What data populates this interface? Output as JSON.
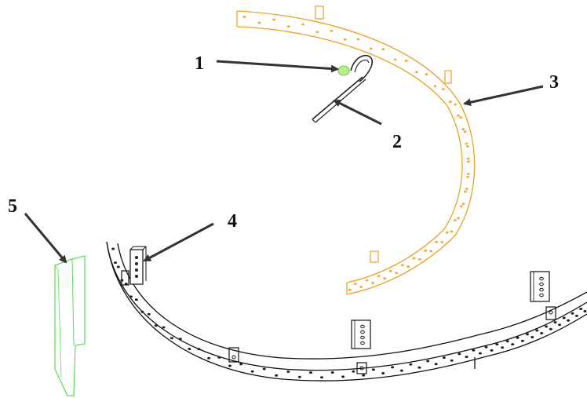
{
  "colors": {
    "background": "#ffffff",
    "orange_band": "#f1a834",
    "black_band": "#111111",
    "green_plate": "#55dd55",
    "green_highlight": "#b7f08a",
    "arrow": "#333333",
    "label": "#111111"
  },
  "callouts": [
    {
      "id": "1",
      "label": "1"
    },
    {
      "id": "2",
      "label": "2"
    },
    {
      "id": "3",
      "label": "3"
    },
    {
      "id": "4",
      "label": "4"
    },
    {
      "id": "5",
      "label": "5"
    }
  ]
}
